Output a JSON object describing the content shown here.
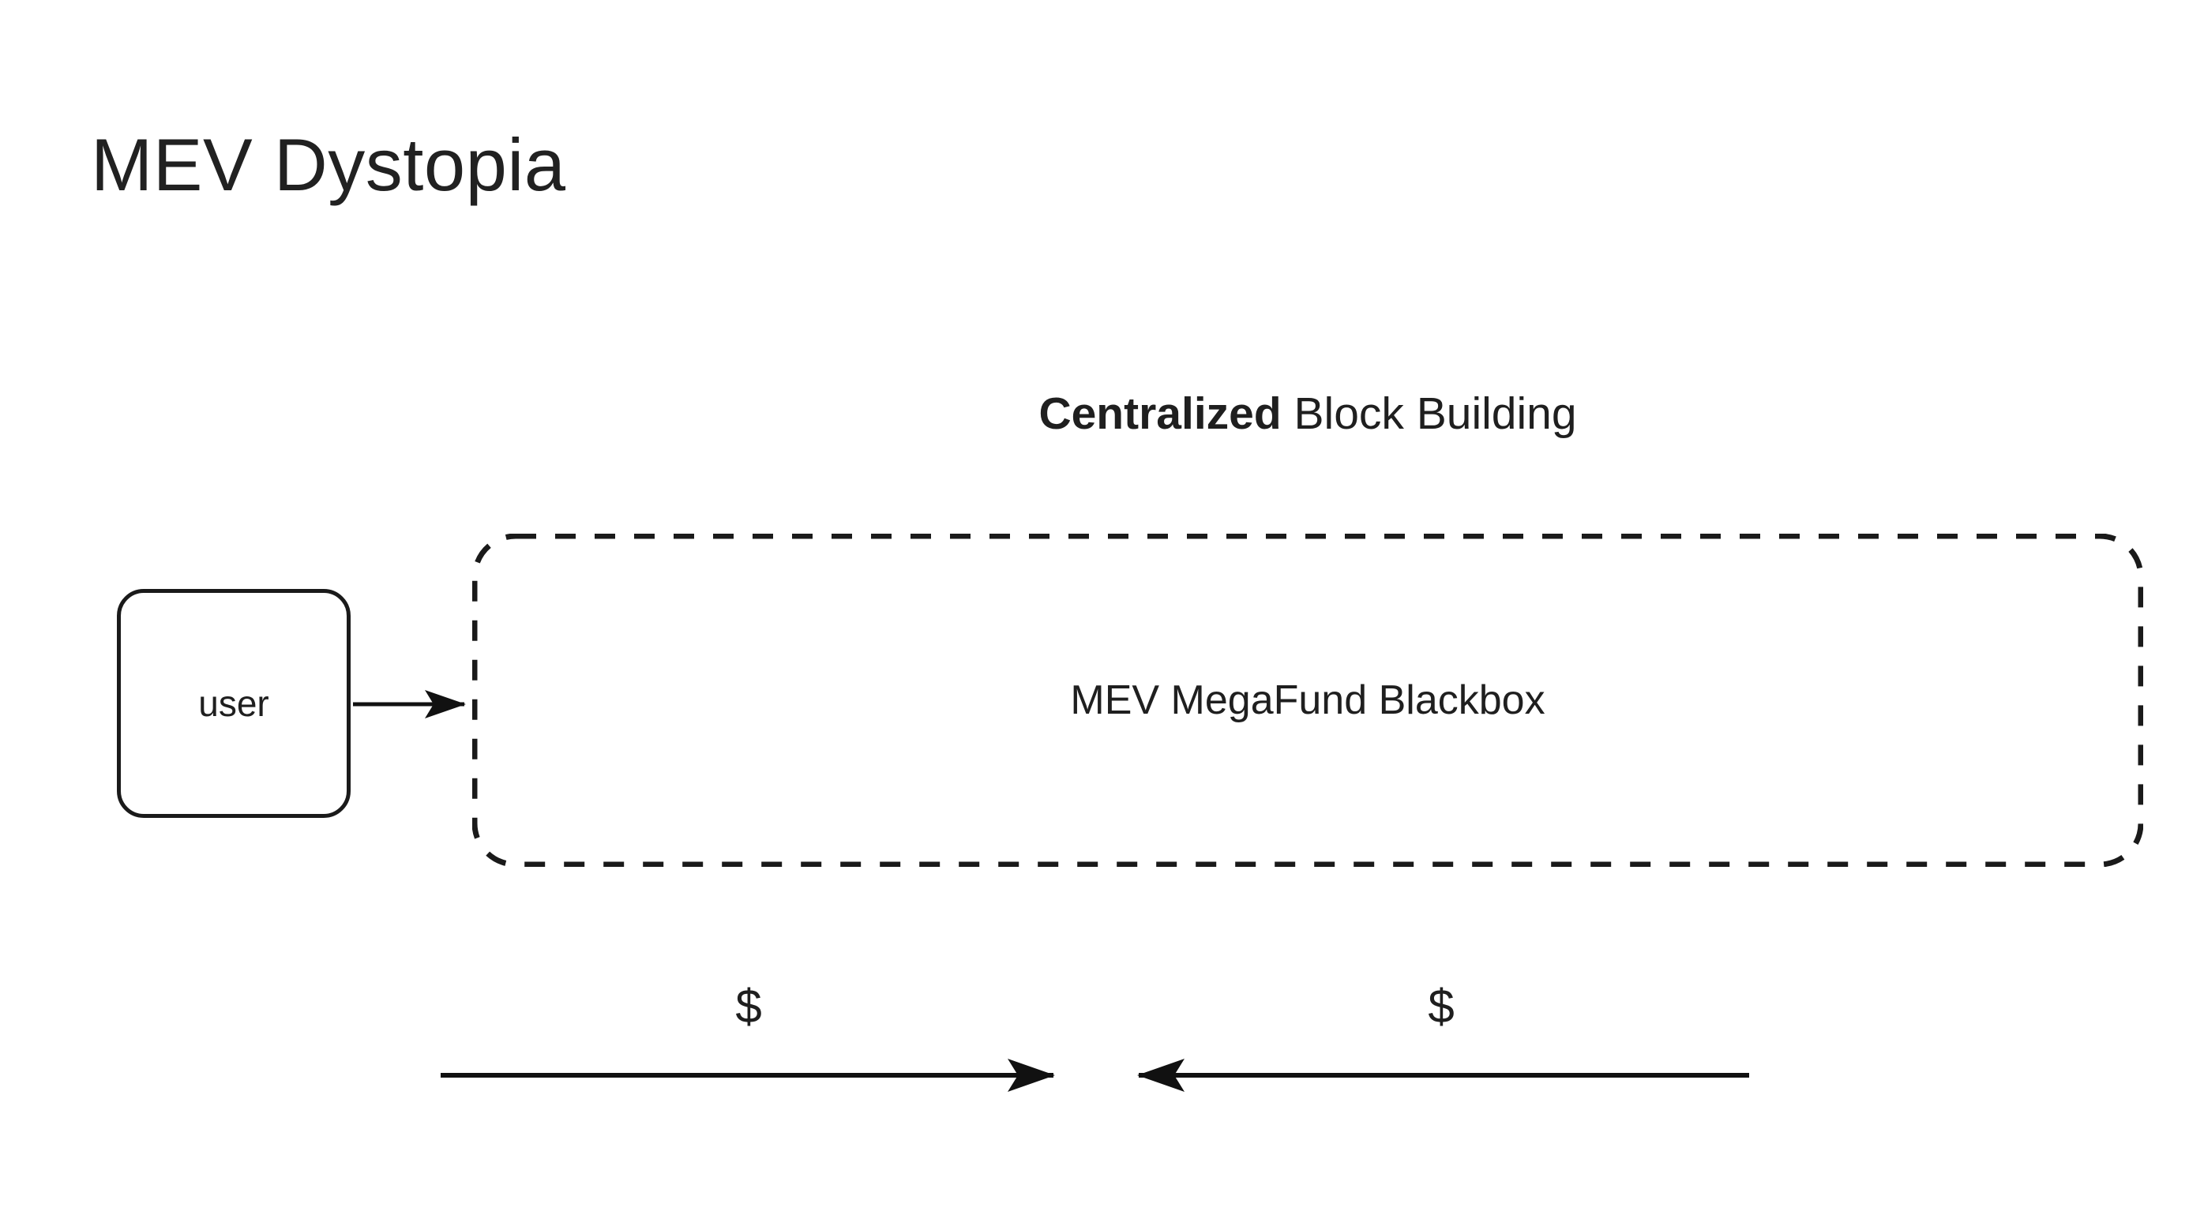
{
  "slide": {
    "title": "MEV Dystopia",
    "background_color": "#ffffff",
    "ink_color": "#1f1f1f"
  },
  "diagram": {
    "heading": {
      "emphasis": "Centralized",
      "rest": " Block Building"
    },
    "nodes": [
      {
        "id": "user",
        "label": "user",
        "shape": "rounded-rectangle",
        "border_style": "solid",
        "border_color": "#1a1a1a"
      },
      {
        "id": "blackbox",
        "label": "MEV MegaFund Blackbox",
        "shape": "rounded-rectangle",
        "border_style": "dashed",
        "border_color": "#1a1a1a"
      }
    ],
    "edges": [
      {
        "id": "user-to-blackbox",
        "from": "user",
        "to": "blackbox",
        "direction": "right",
        "label": ""
      },
      {
        "id": "value-out",
        "from": "left",
        "to": "center",
        "direction": "right",
        "label": "$"
      },
      {
        "id": "value-in",
        "from": "right",
        "to": "center",
        "direction": "left",
        "label": "$"
      }
    ],
    "money_labels": [
      "$",
      "$"
    ]
  }
}
